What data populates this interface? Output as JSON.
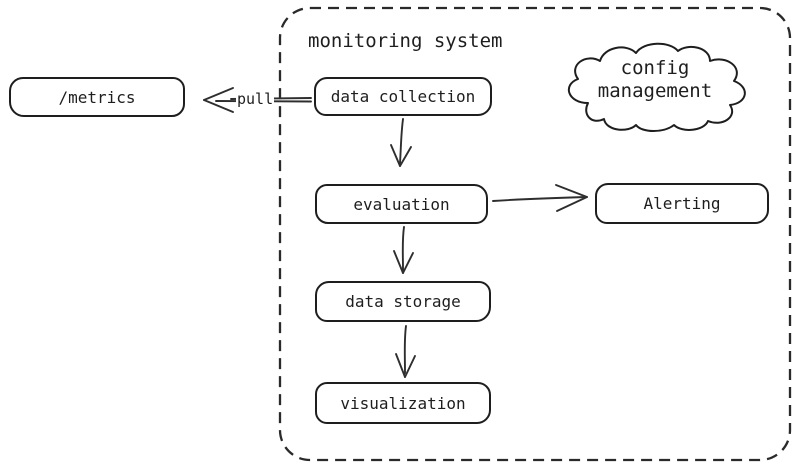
{
  "diagram": {
    "container": {
      "title": "monitoring system"
    },
    "nodes": {
      "metrics": "/metrics",
      "data_collection": "data collection",
      "evaluation": "evaluation",
      "data_storage": "data storage",
      "visualization": "visualization",
      "alerting": "Alerting",
      "config_line1": "config",
      "config_line2": "management"
    },
    "labels": {
      "pull": "pull"
    },
    "colors": {
      "stroke": "#1e1e1e",
      "background": "#ffffff"
    }
  }
}
